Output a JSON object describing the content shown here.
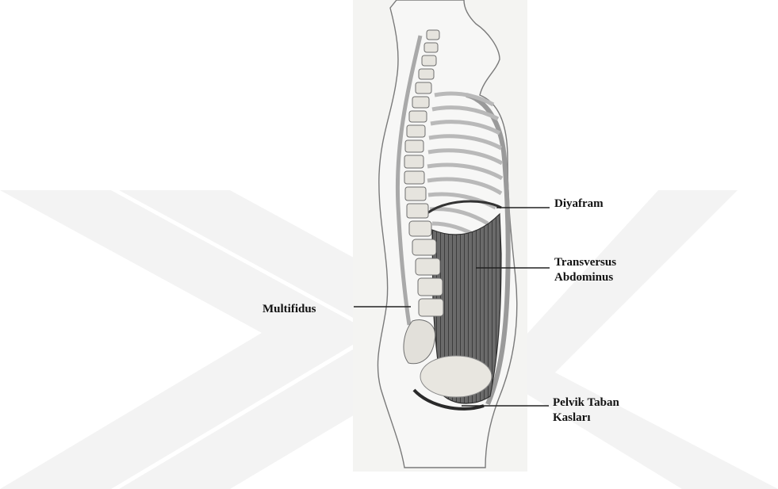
{
  "labels": {
    "diyafram": "Diyafram",
    "transversus_line1": "Transversus",
    "transversus_line2": "Abdominus",
    "multifidus": "Multifidus",
    "pelvik_line1": "Pelvik Taban",
    "pelvik_line2": "Kasları"
  },
  "colors": {
    "watermark": "#f2f2f2",
    "skin": "#f6f6f4",
    "rib": "#cfcfcf",
    "muscle": "#555555",
    "bone": "#e4e2dc",
    "leader": "#222222"
  }
}
